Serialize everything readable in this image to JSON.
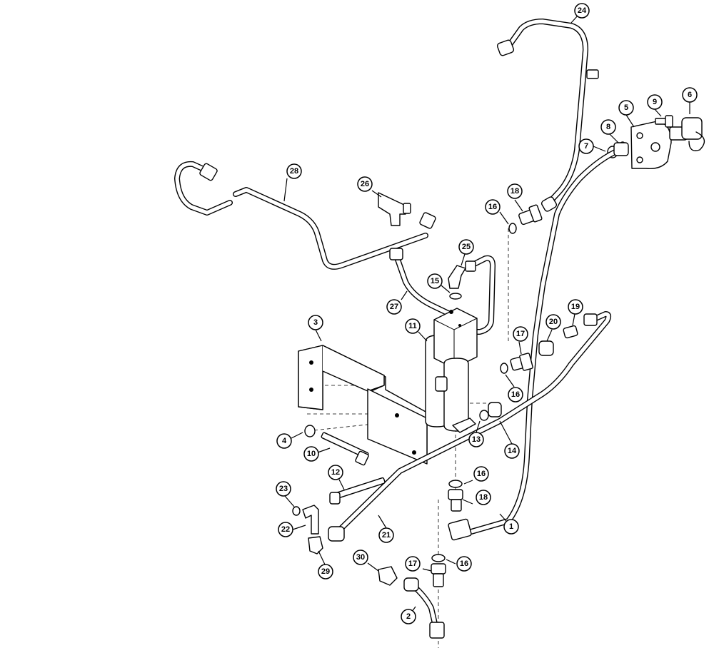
{
  "diagram": {
    "callouts": [
      {
        "id": "c1",
        "label": "1"
      },
      {
        "id": "c2",
        "label": "2"
      },
      {
        "id": "c3",
        "label": "3"
      },
      {
        "id": "c4",
        "label": "4"
      },
      {
        "id": "c5",
        "label": "5"
      },
      {
        "id": "c6",
        "label": "6"
      },
      {
        "id": "c7",
        "label": "7"
      },
      {
        "id": "c8",
        "label": "8"
      },
      {
        "id": "c9",
        "label": "9"
      },
      {
        "id": "c10",
        "label": "10"
      },
      {
        "id": "c11",
        "label": "11"
      },
      {
        "id": "c12",
        "label": "12"
      },
      {
        "id": "c13",
        "label": "13"
      },
      {
        "id": "c14",
        "label": "14"
      },
      {
        "id": "c15",
        "label": "15"
      },
      {
        "id": "c16a",
        "label": "16"
      },
      {
        "id": "c16b",
        "label": "16"
      },
      {
        "id": "c16c",
        "label": "16"
      },
      {
        "id": "c16d",
        "label": "16"
      },
      {
        "id": "c17a",
        "label": "17"
      },
      {
        "id": "c17b",
        "label": "17"
      },
      {
        "id": "c18a",
        "label": "18"
      },
      {
        "id": "c18b",
        "label": "18"
      },
      {
        "id": "c19",
        "label": "19"
      },
      {
        "id": "c20",
        "label": "20"
      },
      {
        "id": "c21",
        "label": "21"
      },
      {
        "id": "c22",
        "label": "22"
      },
      {
        "id": "c23",
        "label": "23"
      },
      {
        "id": "c24",
        "label": "24"
      },
      {
        "id": "c25",
        "label": "25"
      },
      {
        "id": "c26",
        "label": "26"
      },
      {
        "id": "c27",
        "label": "27"
      },
      {
        "id": "c28",
        "label": "28"
      },
      {
        "id": "c29",
        "label": "29"
      },
      {
        "id": "c30",
        "label": "30"
      }
    ]
  }
}
